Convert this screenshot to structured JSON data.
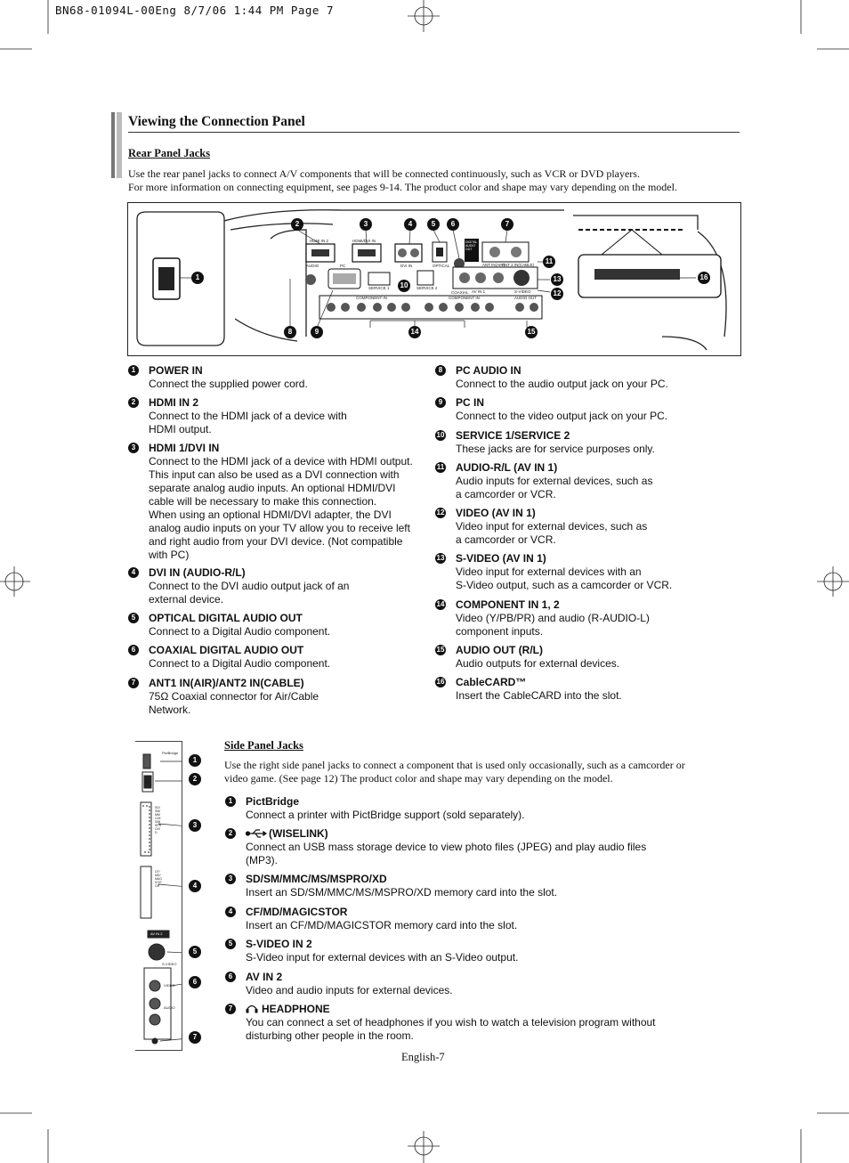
{
  "header": {
    "slug": "BN68-01094L-00Eng  8/7/06  1:44 PM  Page 7"
  },
  "section": {
    "title": "Viewing the Connection Panel"
  },
  "rear": {
    "subtitle": "Rear Panel Jacks",
    "intro": [
      "Use the rear panel jacks to connect A/V components that will be connected continuously, such as VCR or DVD players.",
      "For more information on connecting equipment, see pages 9-14. The product color and shape may vary depending on the model."
    ],
    "panel_labels": {
      "hdmi2": "HDMI IN 2",
      "hdmi1": "HDMI/DVI IN",
      "audio": "AUDIO",
      "pc": "PC",
      "dvi_audio": "DVI IN",
      "optical": "OPTICAL",
      "digital_audio_out": "DIGITAL AUDIO OUT",
      "coaxial": "COAXIAL",
      "service1": "SERVICE 1",
      "service2": "SERVICE 2",
      "antenna": "ANT IN(AIR)",
      "ant2": "ANT 2 IN(CABLE)",
      "component": "COMPONENT IN",
      "av_in": "AV IN 1",
      "svideo": "S-VIDEO",
      "audio_out": "AUDIO OUT"
    },
    "items_left": [
      {
        "num": "1",
        "title": "POWER IN",
        "desc": "Connect the supplied power cord."
      },
      {
        "num": "2",
        "title": "HDMI IN 2",
        "desc": "Connect to the HDMI jack of a device with\nHDMI output."
      },
      {
        "num": "3",
        "title": "HDMI 1/DVI IN",
        "desc": "Connect to the HDMI jack of a device with HDMI output.\nThis input can also be used as a DVI connection with\nseparate analog audio inputs. An optional HDMI/DVI\ncable will be necessary to make this connection.\nWhen using an optional HDMI/DVI adapter, the DVI\nanalog audio inputs on your TV allow you to receive left\nand right audio from your DVI device. (Not compatible\nwith PC)"
      },
      {
        "num": "4",
        "title": "DVI IN (AUDIO-R/L)",
        "desc": "Connect to the DVI audio output jack of an\nexternal device."
      },
      {
        "num": "5",
        "title": "OPTICAL DIGITAL AUDIO OUT",
        "desc": "Connect to a Digital Audio component."
      },
      {
        "num": "6",
        "title": "COAXIAL DIGITAL AUDIO OUT",
        "desc": "Connect to a Digital Audio component."
      },
      {
        "num": "7",
        "title": "ANT1 IN(AIR)/ANT2 IN(CABLE)",
        "desc": "75Ω Coaxial connector for Air/Cable\nNetwork."
      }
    ],
    "items_right": [
      {
        "num": "8",
        "title": "PC AUDIO IN",
        "desc": "Connect to the audio output jack on your PC."
      },
      {
        "num": "9",
        "title": "PC IN",
        "desc": "Connect to the video output jack on your PC."
      },
      {
        "num": "10",
        "title": "SERVICE 1/SERVICE 2",
        "desc": "These jacks are for service purposes only."
      },
      {
        "num": "11",
        "title": "AUDIO-R/L (AV IN 1)",
        "desc": "Audio inputs for external devices, such as\na camcorder or VCR."
      },
      {
        "num": "12",
        "title": "VIDEO (AV IN 1)",
        "desc": "Video input for external devices, such as\na camcorder or VCR."
      },
      {
        "num": "13",
        "title": "S-VIDEO (AV IN 1)",
        "desc": "Video input for external devices with an\nS-Video output, such as a camcorder or VCR."
      },
      {
        "num": "14",
        "title": "COMPONENT IN 1, 2",
        "desc": "Video (Y/PB/PR) and audio (R-AUDIO-L)\ncomponent inputs."
      },
      {
        "num": "15",
        "title": "AUDIO OUT (R/L)",
        "desc": "Audio outputs for external devices."
      },
      {
        "num": "16",
        "title": "CableCARD™",
        "desc": "Insert the CableCARD into the slot."
      }
    ]
  },
  "side": {
    "subtitle": "Side Panel Jacks",
    "intro": [
      "Use the right side panel jacks to connect a component that is used only occasionally, such as a camcorder or",
      "video game. (See page 12) The product color and shape may vary depending on the model."
    ],
    "panel_labels": {
      "pictbridge": "PictBridge",
      "sd": "SD/SM/MMC/MS/MSPRO/XD",
      "cf": "CF/MD/MAGICSTOR",
      "av_in2": "AV IN 2",
      "svideo": "S-VIDEO",
      "video": "VIDEO",
      "audio": "AUDIO"
    },
    "items": [
      {
        "num": "1",
        "title": "PictBridge",
        "desc": "Connect a printer with PictBridge support (sold separately)."
      },
      {
        "num": "2",
        "title": "(WISELINK)",
        "desc": "Connect an USB mass storage device to view photo files (JPEG) and play audio files\n(MP3)."
      },
      {
        "num": "3",
        "title": "SD/SM/MMC/MS/MSPRO/XD",
        "desc": "Insert an SD/SM/MMC/MS/MSPRO/XD memory card into the slot."
      },
      {
        "num": "4",
        "title": "CF/MD/MAGICSTOR",
        "desc": "Insert an CF/MD/MAGICSTOR memory card into the slot."
      },
      {
        "num": "5",
        "title": "S-VIDEO IN 2",
        "desc": "S-Video input for external devices with an S-Video output."
      },
      {
        "num": "6",
        "title": "AV IN 2",
        "desc": "Video and audio inputs for external devices."
      },
      {
        "num": "7",
        "title": "HEADPHONE",
        "desc": "You can connect a set of headphones if you wish to watch a television program without\ndisturbing other people in the room."
      }
    ]
  },
  "footer": {
    "page": "English-7"
  }
}
